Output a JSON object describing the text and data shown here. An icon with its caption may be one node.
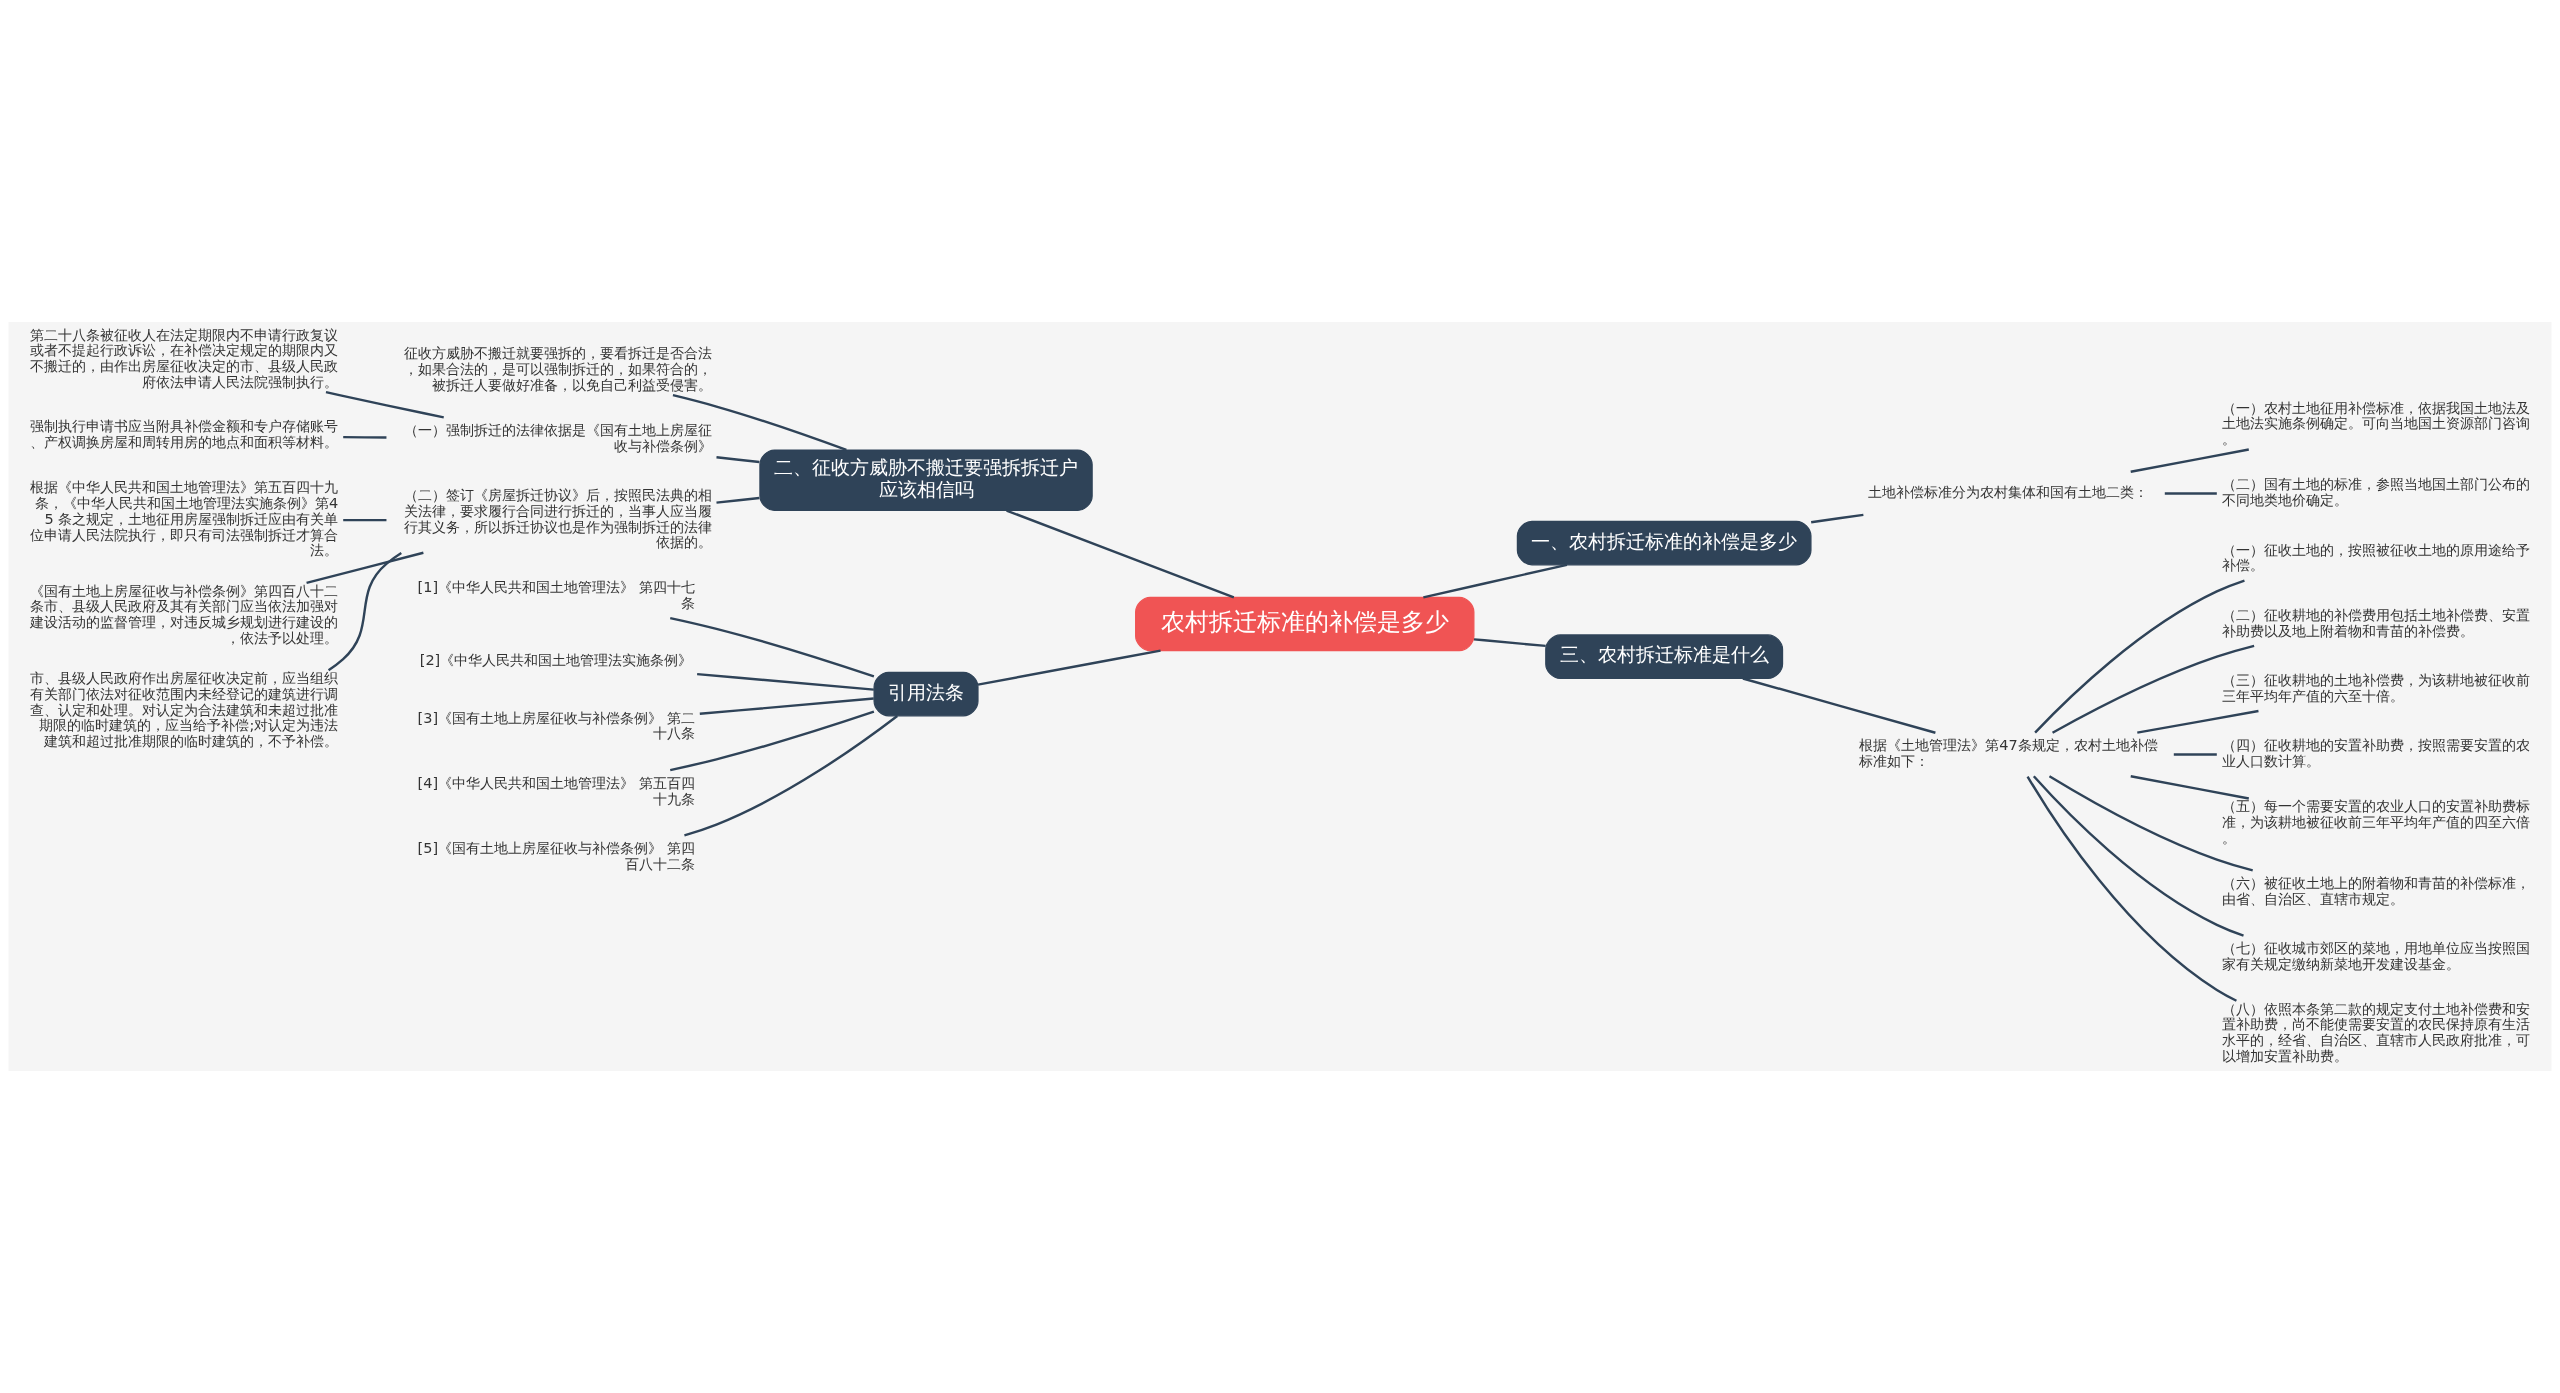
{
  "diagram": {
    "nodes": [
      {
        "text": [
          "农村拆迁标准的补偿是多少"
        ]
      },
      {
        "text": [
          "二、征收方威胁不搬迁要强拆拆迁户应该相信吗"
        ]
      },
      {
        "text": [
          "征收方威胁不搬迁就要强拆的，要看拆迁是否合法，如果合法的，是可以强制拆迁的，如果符合的，被拆迁人要做好准备，以免自己利益受侵害。"
        ]
      },
      {
        "text": [
          "（一）强制拆迁的法律依据是《国有土地上房屋征收与补偿条例》"
        ]
      },
      {
        "text": [
          "第二十八条被征收人在法定期限内不申请行政复议或者不提起行政诉讼，在补偿决定规定的期限内又不搬迁的，由作出房屋征收决定的市、县级人民政府依法申请人民法院强制执行。"
        ]
      },
      {
        "text": [
          "强制执行申请书应当附具补偿金额和专户存储账号、产权调换房屋和周转用房的地点和面积等材料。"
        ]
      },
      {
        "text": [
          "（二）签订《房屋拆迁协议》后，按照民法典的相关法律，要求履行合同进行拆迁的，当事人应当履行其义务，所以拆迁协议也是作为强制拆迁的法律依据的。"
        ]
      },
      {
        "text": [
          "根据《中华人民共和国土地管理法》第五百四十九条，《中华人民共和国土地管理法实施条例》第45 条之规定，土地征用房屋强制拆迁应由有关单位申请人民法院执行，即只有司法强制拆迁才算合法。"
        ]
      },
      {
        "text": [
          "《国有土地上房屋征收与补偿条例》第四百八十二条市、县级人民政府及其有关部门应当依法加强对建设活动的监督管理，对违反城乡规划进行建设的，依法予以处理。"
        ]
      },
      {
        "text": [
          "市、县级人民政府作出房屋征收决定前，应当组织有关部门依法对征收范围内未经登记的建筑进行调查、认定和处理。对认定为合法建筑和未超过批准期限的临时建筑的，应当给予补偿;对认定为违法建筑和超过批准期限的临时建筑的，不予补偿。"
        ]
      },
      {
        "text": [
          "引用法条"
        ]
      },
      {
        "text": [
          "[1]《中华人民共和国土地管理法》 第四十七条"
        ]
      },
      {
        "text": [
          "[2]《中华人民共和国土地管理法实施条例》"
        ]
      },
      {
        "text": [
          "[3]《国有土地上房屋征收与补偿条例》 第二十八条"
        ]
      },
      {
        "text": [
          "[4]《中华人民共和国土地管理法》 第五百四十九条"
        ]
      },
      {
        "text": [
          "[5]《国有土地上房屋征收与补偿条例》 第四百八十二条"
        ]
      },
      {
        "text": [
          "一、农村拆迁标准的补偿是多少"
        ]
      },
      {
        "text": [
          "土地补偿标准分为农村集体和国有土地二类："
        ]
      },
      {
        "text": [
          "（一）农村土地征用补偿标准，依据我国土地法及土地法实施条例确定。可向当地国土资源部门咨询。"
        ]
      },
      {
        "text": [
          "（二）国有土地的标准，参照当地国土部门公布的不同地类地价确定。"
        ]
      },
      {
        "text": [
          "三、农村拆迁标准是什么"
        ]
      },
      {
        "text": [
          "根据《土地管理法》第47条规定，农村土地补偿标准如下："
        ]
      },
      {
        "text": [
          "（一）征收土地的，按照被征收土地的原用途给予补偿。"
        ]
      },
      {
        "text": [
          "（二）征收耕地的补偿费用包括土地补偿费、安置补助费以及地上附着物和青苗的补偿费。"
        ]
      },
      {
        "text": [
          "（三）征收耕地的土地补偿费，为该耕地被征收前三年平均年产值的六至十倍。"
        ]
      },
      {
        "text": [
          "（四）征收耕地的安置补助费，按照需要安置的农业人口数计算。"
        ]
      },
      {
        "text": [
          "（五）每一个需要安置的农业人口的安置补助费标准，为该耕地被征收前三年平均年产值的四至六倍。"
        ]
      },
      {
        "text": [
          "（六）被征收土地上的附着物和青苗的补偿标准，由省、自治区、直辖市规定。"
        ]
      },
      {
        "text": [
          "（七）征收城市郊区的菜地，用地单位应当按照国家有关规定缴纳新菜地开发建设基金。"
        ]
      },
      {
        "text": [
          "（八）依照本条第二款的规定支付土地补偿费和安置补助费，尚不能使需要安置的农民保持原有生活水平的，经省、自治区、直辖市人民政府批准，可以增加安置补助费。"
        ]
      }
    ],
    "edges": [
      {
        "from": 0,
        "to": 1,
        "arrow": "none"
      },
      {
        "from": 1,
        "to": 2,
        "arrow": "none"
      },
      {
        "from": 1,
        "to": 3,
        "arrow": "none"
      },
      {
        "from": 3,
        "to": 4,
        "arrow": "none"
      },
      {
        "from": 3,
        "to": 5,
        "arrow": "none"
      },
      {
        "from": 1,
        "to": 6,
        "arrow": "none"
      },
      {
        "from": 6,
        "to": 7,
        "arrow": "none"
      },
      {
        "from": 6,
        "to": 8,
        "arrow": "none"
      },
      {
        "from": 6,
        "to": 9,
        "arrow": "none"
      },
      {
        "from": 0,
        "to": 10,
        "arrow": "none"
      },
      {
        "from": 10,
        "to": 11,
        "arrow": "none"
      },
      {
        "from": 10,
        "to": 12,
        "arrow": "none"
      },
      {
        "from": 10,
        "to": 13,
        "arrow": "none"
      },
      {
        "from": 10,
        "to": 14,
        "arrow": "none"
      },
      {
        "from": 10,
        "to": 15,
        "arrow": "none"
      },
      {
        "from": 0,
        "to": 16,
        "arrow": "none"
      },
      {
        "from": 16,
        "to": 17,
        "arrow": "none"
      },
      {
        "from": 17,
        "to": 18,
        "arrow": "none"
      },
      {
        "from": 17,
        "to": 19,
        "arrow": "none"
      },
      {
        "from": 0,
        "to": 20,
        "arrow": "none"
      },
      {
        "from": 20,
        "to": 21,
        "arrow": "none"
      },
      {
        "from": 21,
        "to": 22,
        "arrow": "none"
      },
      {
        "from": 21,
        "to": 23,
        "arrow": "none"
      },
      {
        "from": 21,
        "to": 24,
        "arrow": "none"
      },
      {
        "from": 21,
        "to": 25,
        "arrow": "none"
      },
      {
        "from": 21,
        "to": 26,
        "arrow": "none"
      },
      {
        "from": 21,
        "to": 27,
        "arrow": "none"
      },
      {
        "from": 21,
        "to": 28,
        "arrow": "none"
      },
      {
        "from": 21,
        "to": 29,
        "arrow": "none"
      }
    ]
  }
}
